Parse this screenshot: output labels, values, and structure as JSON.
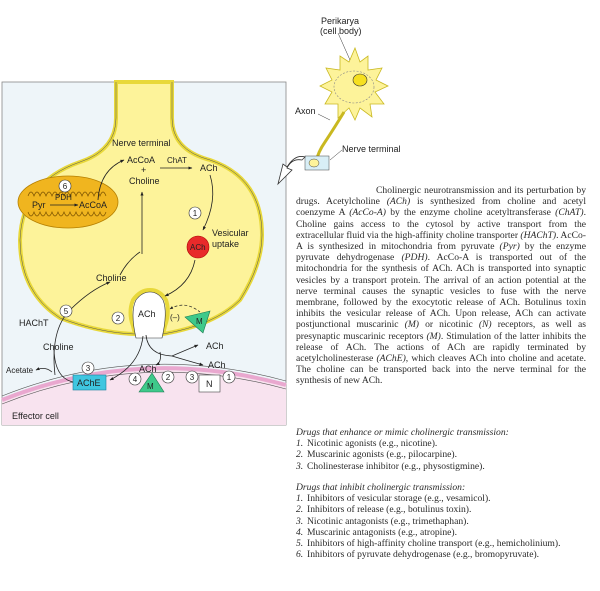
{
  "colors": {
    "terminal_fill": "#fdf39a",
    "terminal_edge": "#e8d83a",
    "mito_fill": "#f0b51f",
    "vesicle_red": "#e82a2a",
    "receptor_green": "#3ec98a",
    "ache_cyan": "#3fc6e0",
    "effector_pink": "#f3c6e2",
    "box_bg": "#eef5f9"
  },
  "neuron_inset": {
    "perikarya_label_line1": "Perikarya",
    "perikarya_label_line2": "(cell body)",
    "axon_label": "Axon",
    "nerve_terminal_label": "Nerve terminal"
  },
  "diagram": {
    "nerve_terminal_label": "Nerve terminal",
    "effector_cell_label": "Effector cell",
    "mito": {
      "pyr": "Pyr",
      "pdh": "PDH",
      "accoa": "AcCoA"
    },
    "synthesis": {
      "accoa": "AcCoA",
      "plus": "+",
      "choline": "Choline",
      "chat": "ChAT",
      "ach": "ACh"
    },
    "vesicle_label": "ACh",
    "vesicular_uptake_line1": "Vesicular",
    "vesicular_uptake_line2": "uptake",
    "choline_inside": "Choline",
    "hacht": "HAChT",
    "choline_outside": "Choline",
    "acetate": "Acetate",
    "fusing_vesicle": "ACh",
    "inhibition": "(–)",
    "released": [
      "ACh",
      "ACh",
      "ACh"
    ],
    "ache": "AChE",
    "m_receptor": "M",
    "pre_m_receptor": "M",
    "n_receptor": "N",
    "numbers": {
      "six": "6",
      "one_vesicle": "1",
      "five": "5",
      "two_release": "2",
      "three_ache": "3",
      "four_m": "4",
      "two_m": "2",
      "three_n": "3",
      "one_n": "1"
    }
  },
  "text": {
    "p1": "Cholinergic neurotransmission and its perturbation by drugs. Acetylcholine ",
    "p1_ach": "(ACh)",
    "p2": " is synthesized from choline and acetyl coenzyme A ",
    "p2_accoa": "(AcCo-A)",
    "p3": " by the enzyme choline acetyltransferase ",
    "p3_chat": "(ChAT)",
    "p4": ". Choline gains access to the cytosol by active transport from the extracellular fluid via the high-affinity choline transporter ",
    "p4_hacht": "(HAChT)",
    "p5": ". AcCo-A is synthesized in mitochondria from pyruvate ",
    "p5_pyr": "(Pyr)",
    "p6": " by the enzyme pyruvate dehydrogenase ",
    "p6_pdh": "(PDH)",
    "p7": ". AcCo-A is transported out of the mitochondria for the synthesis of ACh. ACh is transported into synaptic vesicles by a transport protein. The arrival of an action potential at the nerve terminal causes the synaptic vesicles to fuse with the nerve membrane, followed by the exocytotic release of ACh. Botulinus toxin inhibits the vesicular release of ACh. Upon release, ACh can activate postjunctional muscarinic ",
    "p7_m": "(M)",
    "p8": " or nicotinic ",
    "p8_n": "(N)",
    "p9": " receptors, as well as presynaptic muscarinic receptors ",
    "p9_m": "(M)",
    "p10": ". Stimulation of the latter inhibits the release of ACh. The actions of ACh are rapidly terminated by acetylcholinesterase ",
    "p10_ache": "(AChE)",
    "p11": ", which cleaves ACh into choline and acetate. The choline can be transported back into the nerve terminal for the synthesis of new ACh."
  },
  "enhance": {
    "title": "Drugs that enhance or mimic cholinergic transmission:",
    "items": [
      {
        "n": "1.",
        "text": "Nicotinic agonists (e.g., nicotine)."
      },
      {
        "n": "2.",
        "text": "Muscarinic agonists (e.g., pilocarpine)."
      },
      {
        "n": "3.",
        "text": "Cholinesterase inhibitor (e.g., physostigmine)."
      }
    ]
  },
  "inhibit": {
    "title": "Drugs that inhibit cholinergic transmission:",
    "items": [
      {
        "n": "1.",
        "text": "Inhibitors of vesicular storage (e.g., vesamicol)."
      },
      {
        "n": "2.",
        "text": "Inhibitors of release (e.g., botulinus toxin)."
      },
      {
        "n": "3.",
        "text": "Nicotinic antagonists (e.g., trimethaphan)."
      },
      {
        "n": "4.",
        "text": "Muscarinic antagonists (e.g., atropine)."
      },
      {
        "n": "5.",
        "text": "Inhibitors of high-affinity choline transport (e.g., hemicholinium)."
      },
      {
        "n": "6.",
        "text": "Inhibitors of pyruvate dehydrogenase (e.g., bromopyruvate)."
      }
    ]
  }
}
